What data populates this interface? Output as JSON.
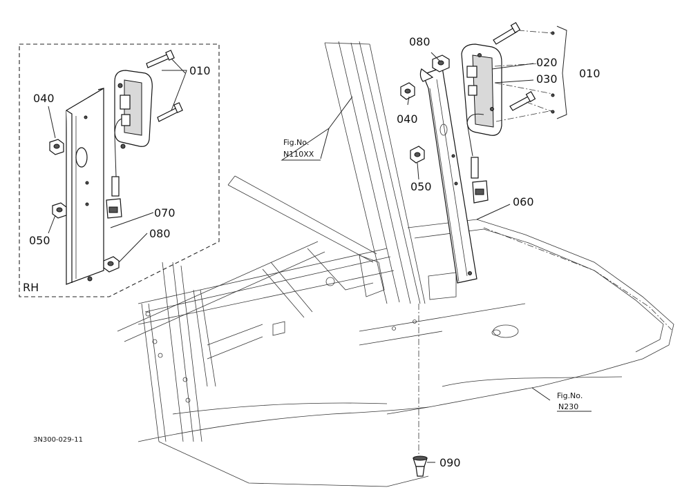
{
  "diagram": {
    "drawing_code": "3N300-029-11",
    "inset_label": "RH",
    "callouts": {
      "inset_010": "010",
      "inset_040": "040",
      "inset_050": "050",
      "inset_070": "070",
      "inset_080": "080",
      "main_080": "080",
      "main_020": "020",
      "main_030": "030",
      "main_010": "010",
      "main_040": "040",
      "main_050": "050",
      "main_060": "060",
      "main_090": "090"
    },
    "references": [
      {
        "line1": "Fig.No.",
        "line2": "N110XX"
      },
      {
        "line1": "Fig.No.",
        "line2": "N230"
      }
    ]
  }
}
